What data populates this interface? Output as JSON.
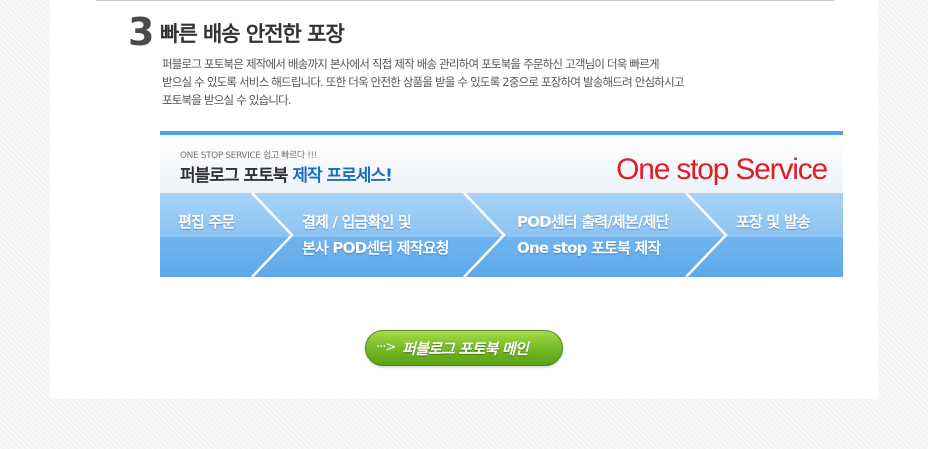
{
  "section": {
    "step_number": "3",
    "title": "빠른 배송 안전한 포장",
    "description": [
      "퍼블로그 포토북은 제작에서 배송까지 본사에서 직접 제작 배송 관리하여 포토북을 주문하신 고객님이 더욱 빠르게",
      "받으실 수 있도록 서비스 해드립니다. 또한 더욱 안전한 상품을 받을 수 있도록 2중으로 포장하여 발송해드려 안심하시고",
      "포토북을 받으실 수 있습니다."
    ]
  },
  "banner": {
    "sub_label": "ONE STOP SERVICE 쉽고 빠르다 !!!",
    "title_prefix": "퍼블로그 포토북",
    "title_highlight": "제작 프로세스!",
    "brand_text": "One stop Service",
    "brand_color": "#e31c23",
    "steps": [
      {
        "lines": [
          "편집 주문"
        ]
      },
      {
        "lines": [
          "결제 / 입금확인 및",
          "본사 POD센터 제작요청"
        ]
      },
      {
        "lines": [
          "POD센터 출력/제본/제단",
          "One stop 포토북 제작"
        ]
      },
      {
        "lines": [
          "포장 및 발송"
        ]
      }
    ]
  },
  "main_button": {
    "arrow": "···>",
    "label": "퍼블로그 포토북 메인"
  },
  "colors": {
    "flow_light": "#8ec6f4",
    "flow_dark": "#5aa9ec",
    "button_green": "#72b725"
  }
}
